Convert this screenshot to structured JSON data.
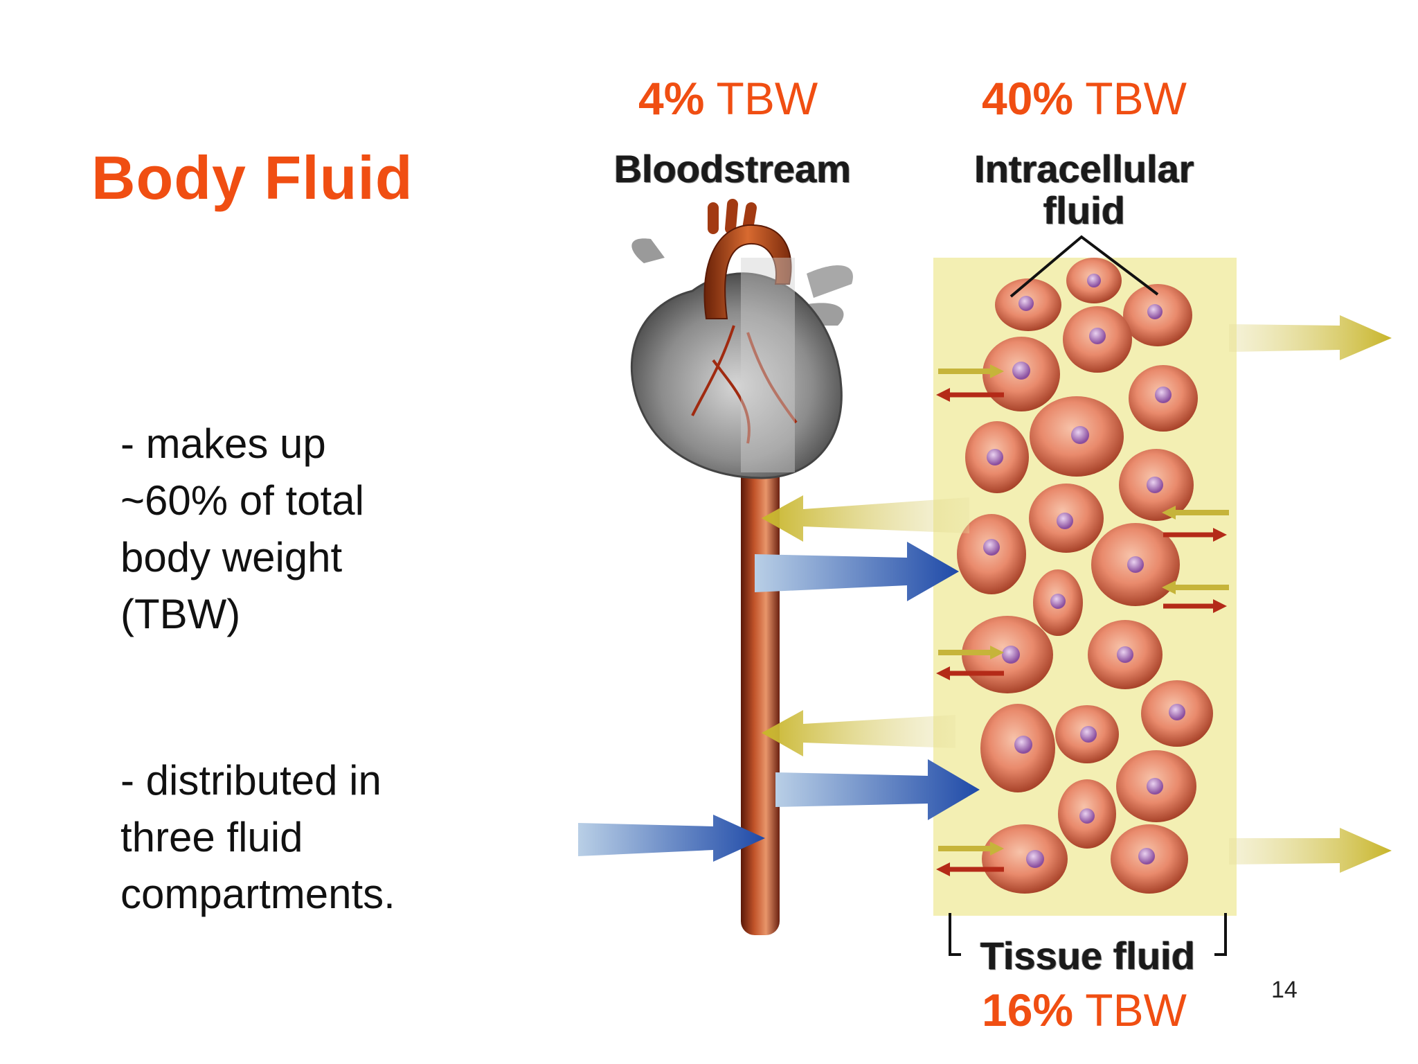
{
  "slide": {
    "title": "Body Fluid",
    "bullet_1": "- makes up\n~60% of total\nbody weight\n(TBW)",
    "bullet_2": " - distributed in\nthree fluid\ncompartments.",
    "page_number": "14"
  },
  "compartments": {
    "bloodstream": {
      "pct": "4%",
      "unit": " TBW",
      "label": "Bloodstream"
    },
    "intracellular": {
      "pct": "40%",
      "unit": " TBW",
      "label": "Intracellular\nfluid"
    },
    "tissue": {
      "pct": "16%",
      "unit": " TBW",
      "label": "Tissue fluid"
    }
  },
  "colors": {
    "accent": "#f04e12",
    "tissue_bg": "#f3efb3",
    "cell": "#e98a6c",
    "vessel": "#8b2a12",
    "arrow_yellow": "#d4c84a",
    "arrow_blue": "#2d56b0",
    "arrow_red": "#b42a18"
  }
}
